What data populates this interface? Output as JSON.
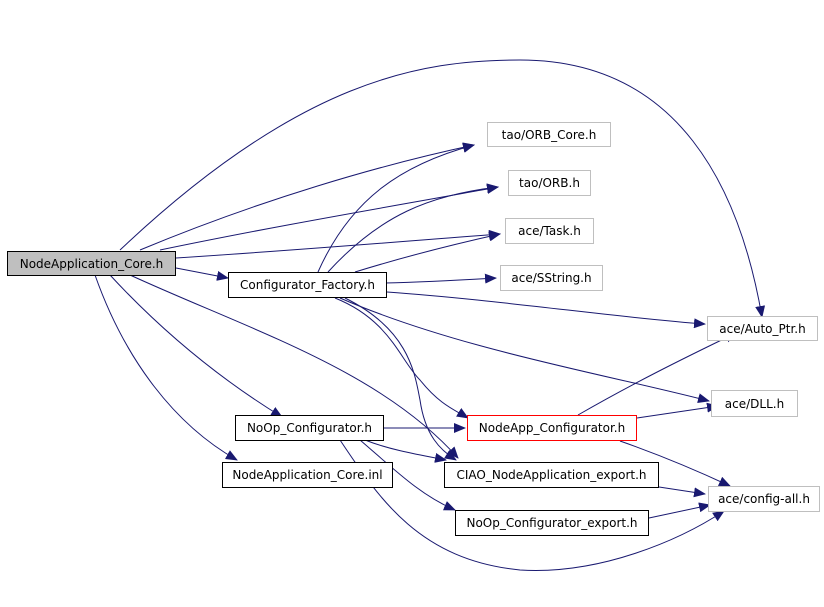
{
  "nodes": {
    "root": "NodeApplication_Core.h",
    "factory": "Configurator_Factory.h",
    "orb_core": "tao/ORB_Core.h",
    "orb": "tao/ORB.h",
    "task": "ace/Task.h",
    "sstring": "ace/SString.h",
    "auto_ptr": "ace/Auto_Ptr.h",
    "dll": "ace/DLL.h",
    "noop": "NoOp_Configurator.h",
    "nodeapp_cfg": "NodeApp_Configurator.h",
    "inl": "NodeApplication_Core.inl",
    "ciao_export": "CIAO_NodeApplication_export.h",
    "config_all": "ace/config-all.h",
    "noop_export": "NoOp_Configurator_export.h"
  },
  "colors": {
    "edge": "#191970",
    "external_border": "#bfbfbf",
    "highlight_border": "#ff0000",
    "root_fill": "#bfbfbf"
  }
}
